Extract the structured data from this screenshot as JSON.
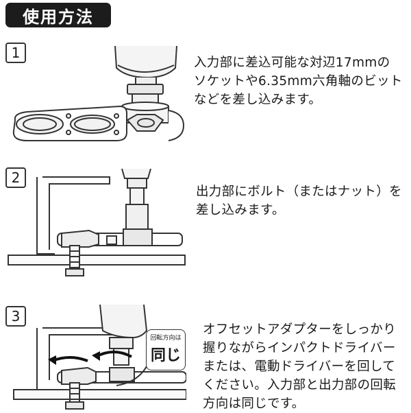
{
  "header": {
    "title": "使用方法"
  },
  "steps": [
    {
      "number": "1",
      "text": "入力部に差込可能な対辺17mmの\nソケットや6.35mm六角軸のビット\nなどを差し込みます。"
    },
    {
      "number": "2",
      "text": "出力部にボルト（またはナット）を\n差し込みます。"
    },
    {
      "number": "3",
      "text": "オフセットアダプターをしっかり\n握りながらインパクトドライバー\nまたは、電動ドライバーを回して\nください。入力部と出力部の回転\n方向は同じです。",
      "callout": {
        "caption": "回転方向は",
        "label": "同じ"
      }
    }
  ]
}
